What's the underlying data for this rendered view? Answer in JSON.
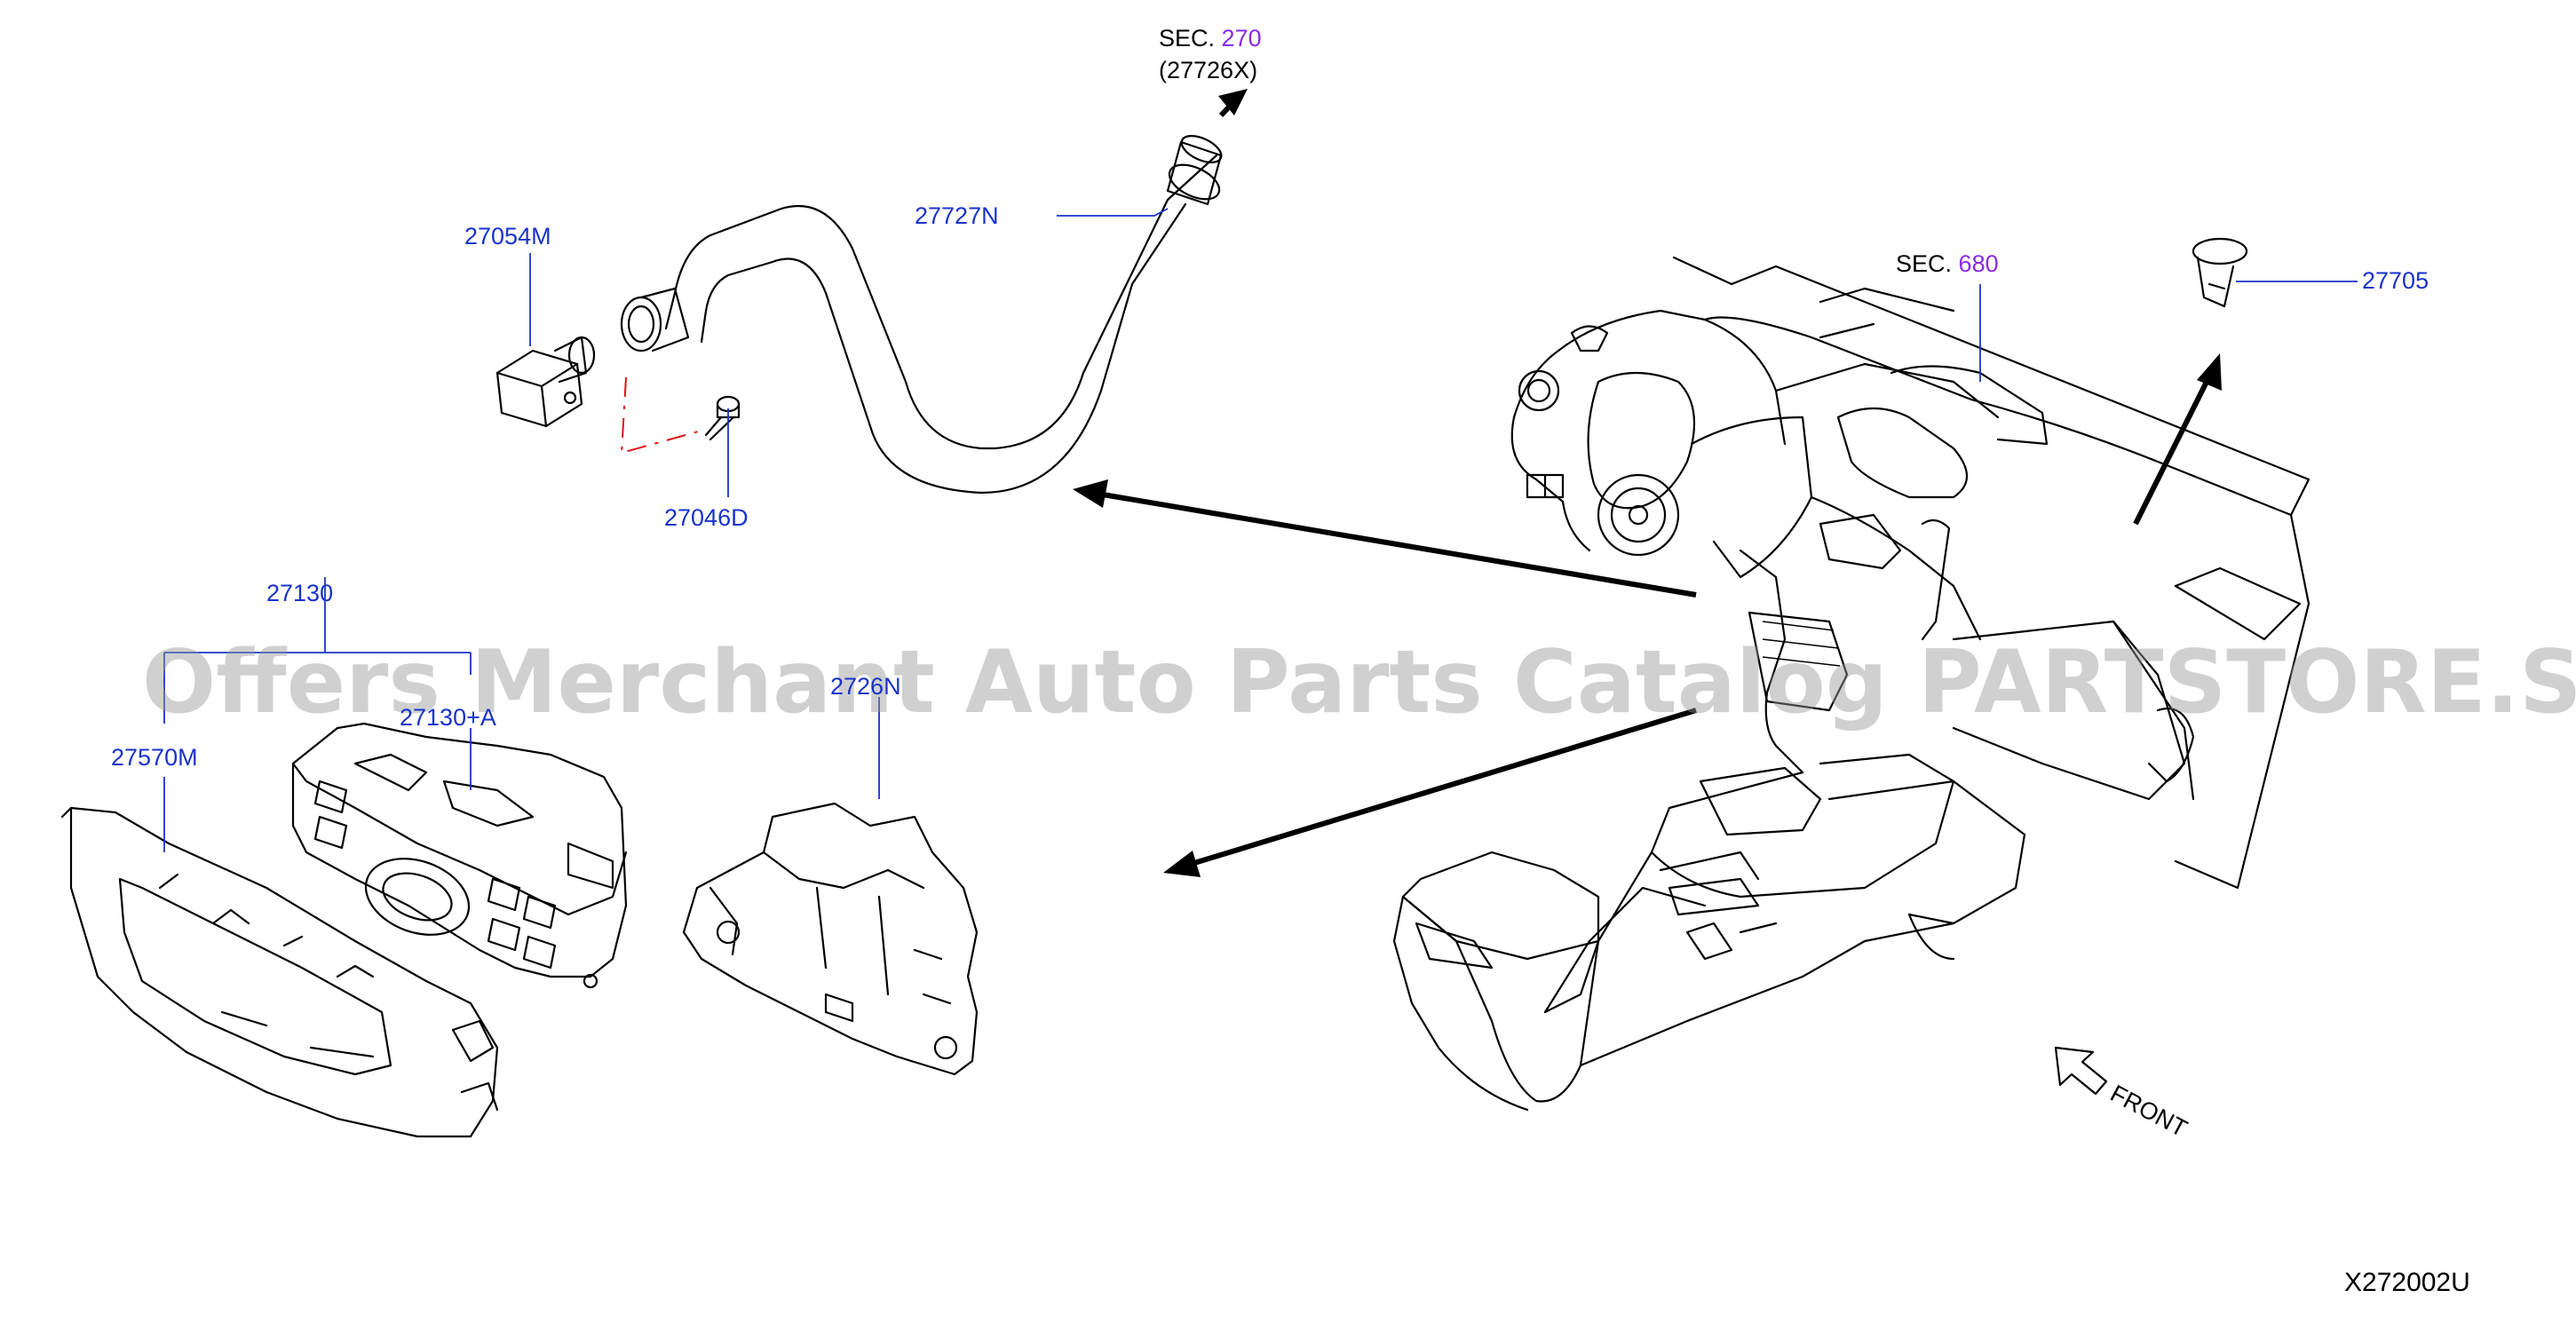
{
  "diagram_code": "X272002U",
  "watermark": "Offers Merchant Auto Parts Catalog PARTSTORE.SA",
  "section_refs": [
    {
      "prefix": "SEC.",
      "number": "270",
      "sub": "(27726X)"
    },
    {
      "prefix": "SEC.",
      "number": "680"
    }
  ],
  "part_labels": {
    "p27727N": "27727N",
    "p27054M": "27054M",
    "p27046D": "27046D",
    "p27705": "27705",
    "p27130": "27130",
    "p27130A": "27130+A",
    "p27570M": "27570M",
    "p2726N": "2726N"
  },
  "front_label": "FRONT",
  "colors": {
    "part_number": "#1a33cc",
    "section_number": "#8a2be2",
    "line": "#000000",
    "dashed_guide": "#e01010"
  }
}
